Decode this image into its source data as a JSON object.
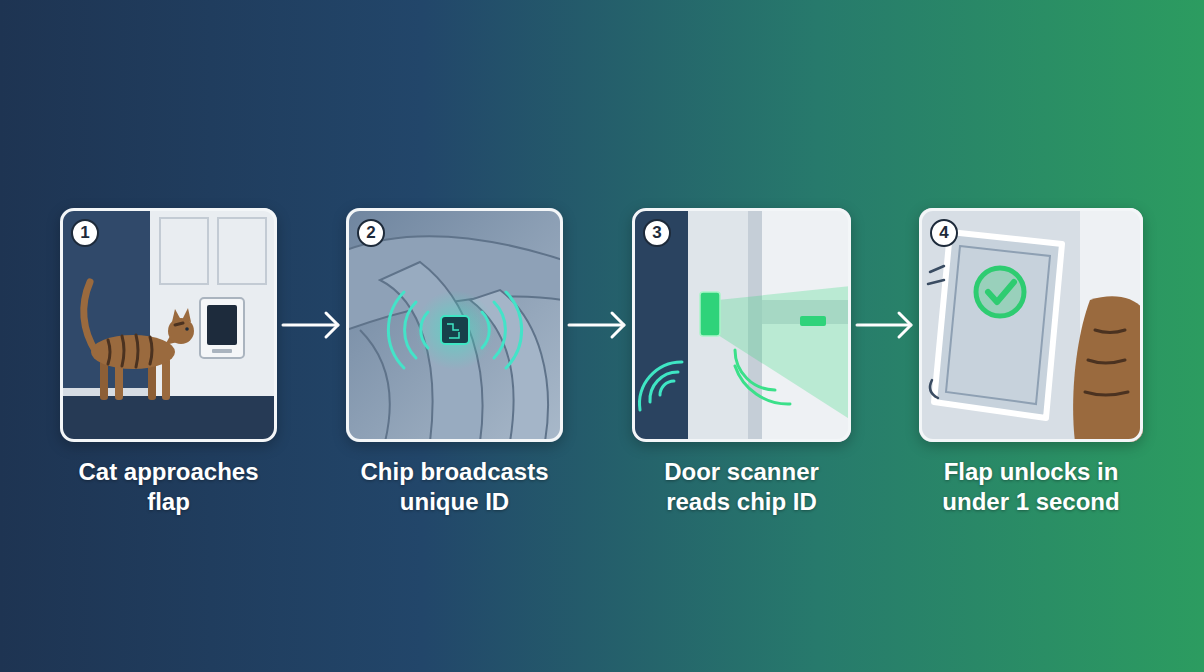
{
  "diagram": {
    "nodes": [
      {
        "text": [
          "1",
          "Cat approaches flap"
        ]
      },
      {
        "text": [
          "2",
          "Chip broadcasts unique ID"
        ]
      },
      {
        "text": [
          "3",
          "Door scanner reads chip ID"
        ]
      },
      {
        "text": [
          "4",
          "Flap unlocks in under 1 second"
        ]
      }
    ],
    "edges": [
      {
        "from": 0,
        "to": 1,
        "arrow": "to"
      },
      {
        "from": 1,
        "to": 2,
        "arrow": "to"
      },
      {
        "from": 2,
        "to": 3,
        "arrow": "to"
      }
    ]
  }
}
